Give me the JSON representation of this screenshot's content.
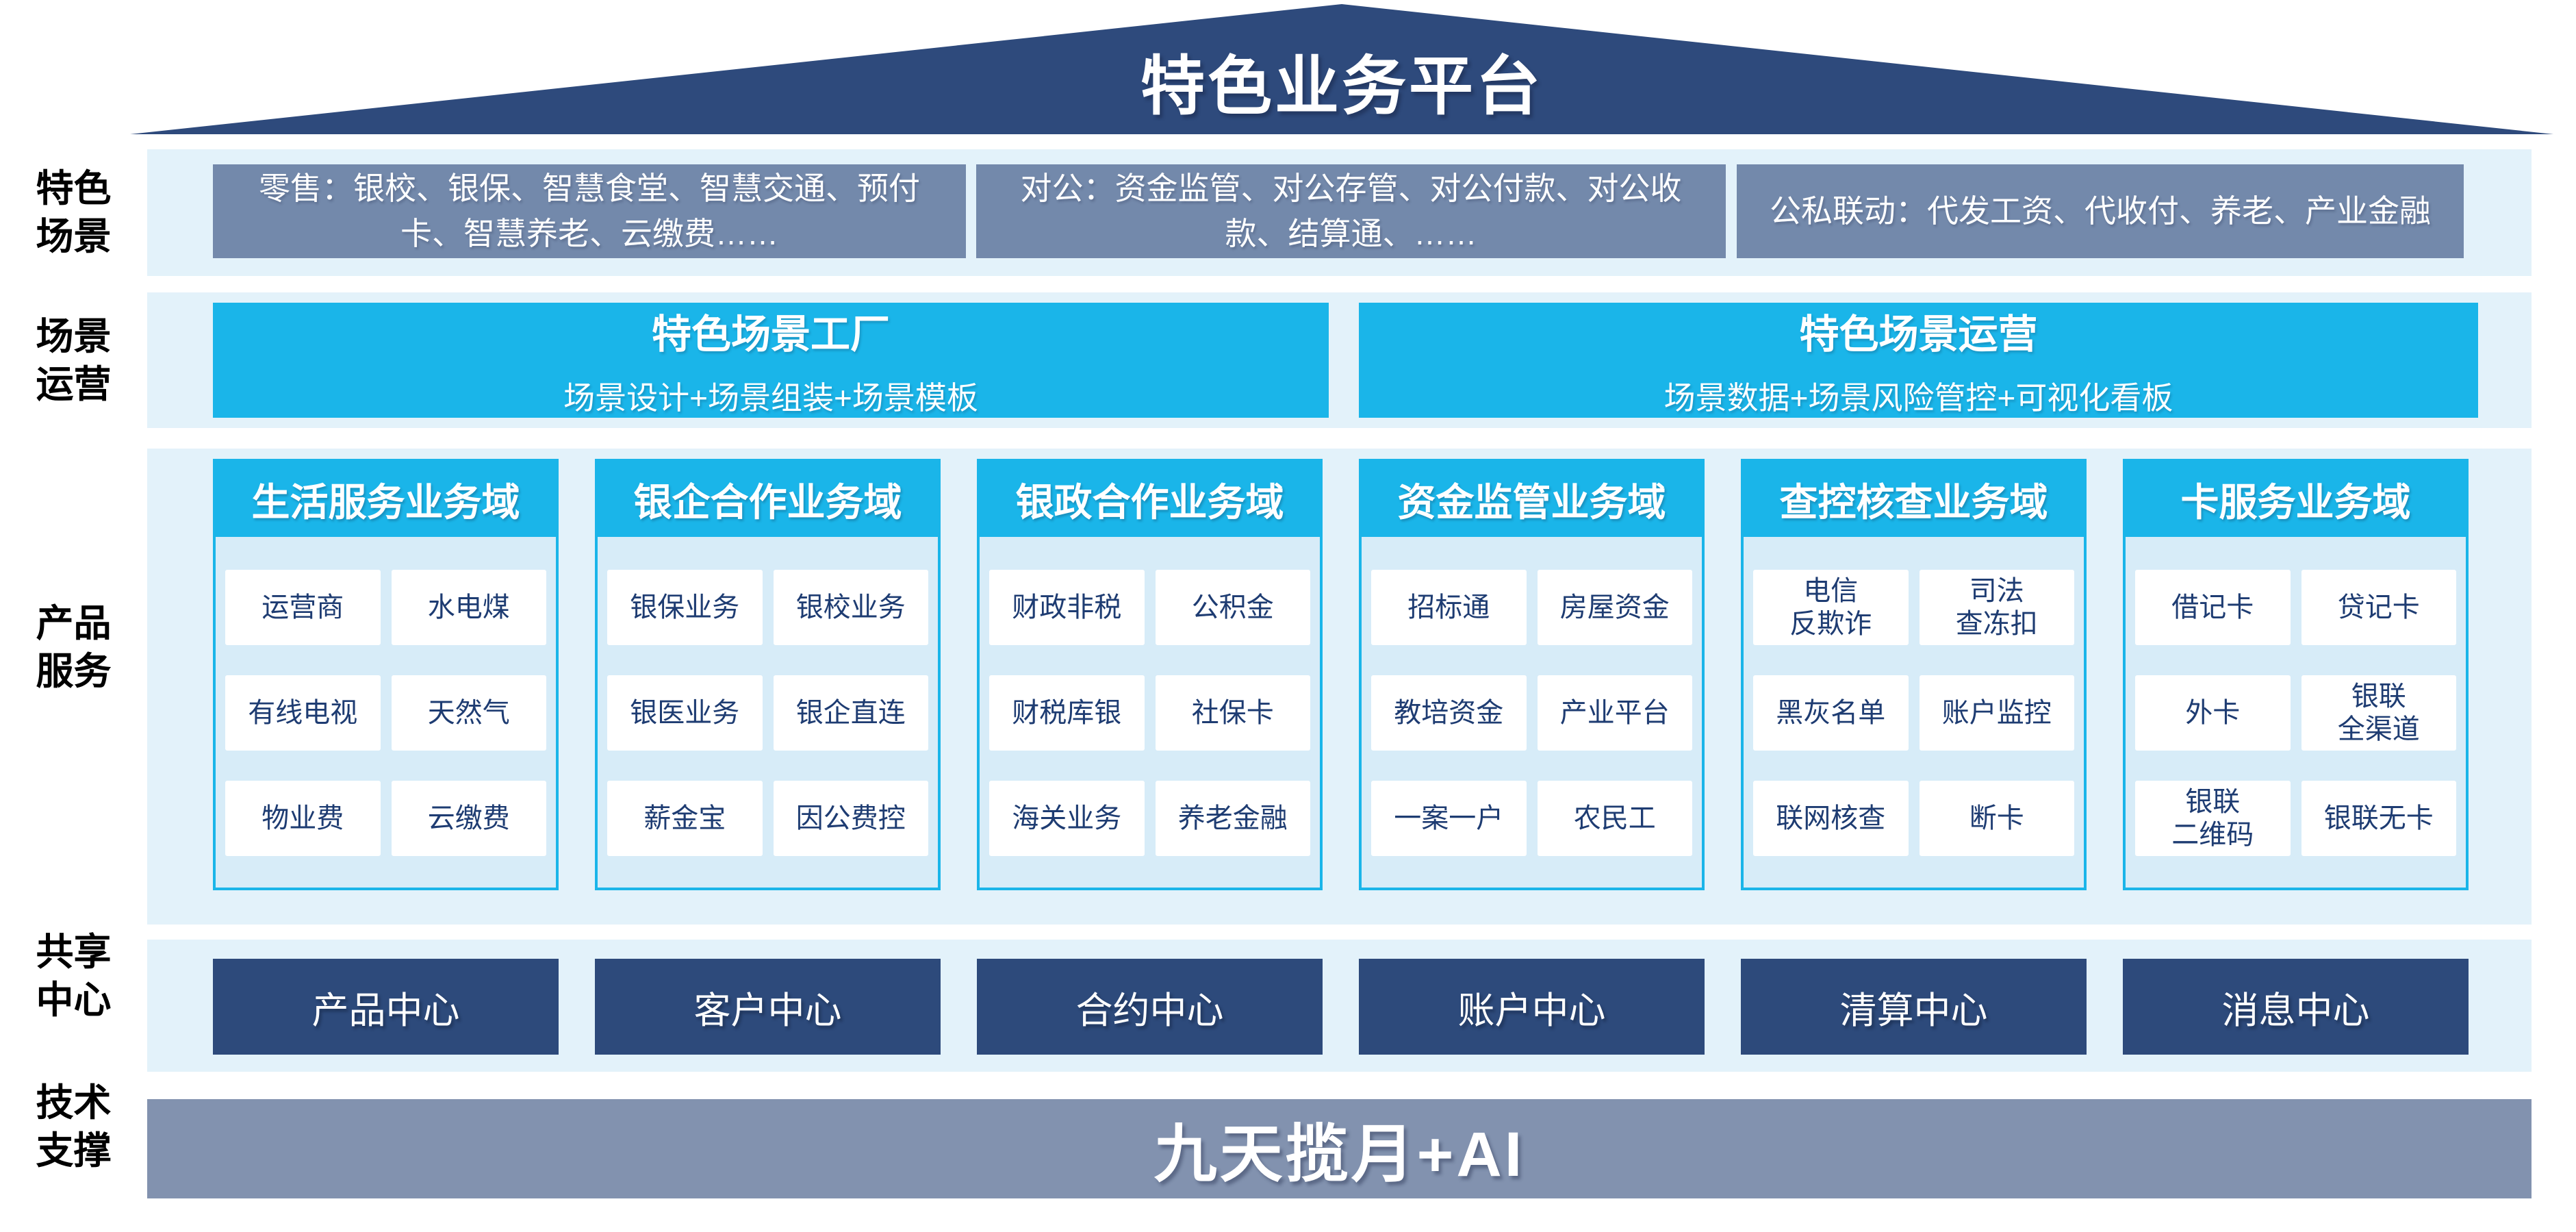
{
  "platform_title": "特色业务平台",
  "rail": {
    "scenes": "特色\n场景",
    "operations": "场景\n运营",
    "products": "产品\n服务",
    "shared": "共享\n中心",
    "tech": "技术\n支撑"
  },
  "scenes": {
    "boxes": [
      "零售：银校、银保、智慧食堂、智慧交通、预付卡、智慧养老、云缴费……",
      "对公：资金监管、对公存管、对公付款、对公收款、结算通、……",
      "公私联动：代发工资、代收付、养老、产业金融"
    ]
  },
  "operations": {
    "boxes": [
      {
        "title": "特色场景工厂",
        "subtitle": "场景设计+场景组装+场景模板"
      },
      {
        "title": "特色场景运营",
        "subtitle": "场景数据+场景风险管控+可视化看板"
      }
    ]
  },
  "products": {
    "columns": [
      {
        "header": "生活服务业务域",
        "cells": [
          [
            "运营商",
            "水电煤"
          ],
          [
            "有线电视",
            "天然气"
          ],
          [
            "物业费",
            "云缴费"
          ]
        ]
      },
      {
        "header": "银企合作业务域",
        "cells": [
          [
            "银保业务",
            "银校业务"
          ],
          [
            "银医业务",
            "银企直连"
          ],
          [
            "薪金宝",
            "因公费控"
          ]
        ]
      },
      {
        "header": "银政合作业务域",
        "cells": [
          [
            "财政非税",
            "公积金"
          ],
          [
            "财税库银",
            "社保卡"
          ],
          [
            "海关业务",
            "养老金融"
          ]
        ]
      },
      {
        "header": "资金监管业务域",
        "cells": [
          [
            "招标通",
            "房屋资金"
          ],
          [
            "教培资金",
            "产业平台"
          ],
          [
            "一案一户",
            "农民工"
          ]
        ]
      },
      {
        "header": "查控核查业务域",
        "cells": [
          [
            "电信\n反欺诈",
            "司法\n查冻扣"
          ],
          [
            "黑灰名单",
            "账户监控"
          ],
          [
            "联网核查",
            "断卡"
          ]
        ]
      },
      {
        "header": "卡服务业务域",
        "cells": [
          [
            "借记卡",
            "贷记卡"
          ],
          [
            "外卡",
            "银联\n全渠道"
          ],
          [
            "银联\n二维码",
            "银联无卡"
          ]
        ]
      }
    ]
  },
  "shared": {
    "centers": [
      "产品中心",
      "客户中心",
      "合约中心",
      "账户中心",
      "清算中心",
      "消息中心"
    ]
  },
  "tech": {
    "bar": "九天揽月+AI"
  },
  "colors": {
    "navy": "#2e4a7c",
    "slate_box": "#7389ab",
    "cyan": "#1ab5e9",
    "band_light_blue": "#e3f2fa",
    "column_body_blue": "#d7ecf8",
    "cell_text_navy": "#1e3c72",
    "tech_bar_slate": "#8292af",
    "white_text": "#ffffff"
  }
}
